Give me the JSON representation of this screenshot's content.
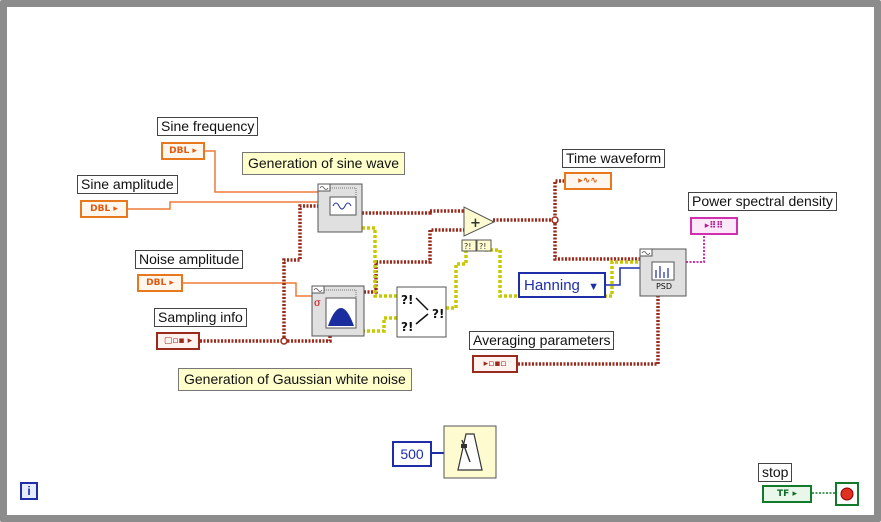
{
  "labels": {
    "sine_frequency": "Sine frequency",
    "sine_amplitude": "Sine amplitude",
    "noise_amplitude": "Noise amplitude",
    "sampling_info": "Sampling info",
    "time_waveform": "Time waveform",
    "power_spectral_density": "Power spectral density",
    "averaging_parameters": "Averaging parameters",
    "stop": "stop"
  },
  "comments": {
    "sine_generation": "Generation of sine wave",
    "noise_generation": "Generation of Gaussian white noise"
  },
  "terminals": {
    "dbl_text": "DBL",
    "tf_text": "TF"
  },
  "window_select": {
    "value": "Hanning"
  },
  "wait_ms": {
    "value": "500"
  },
  "psd_vi": {
    "text": "PSD"
  },
  "info_icon": {
    "text": "i"
  },
  "colors": {
    "orange_wire": "#f07a3a",
    "cluster_wire": "#9b2a1c",
    "error_wire": "#c8c800",
    "blue_wire": "#1f2ea8",
    "pink_wire": "#d030b0",
    "green_wire": "#127a2a"
  }
}
